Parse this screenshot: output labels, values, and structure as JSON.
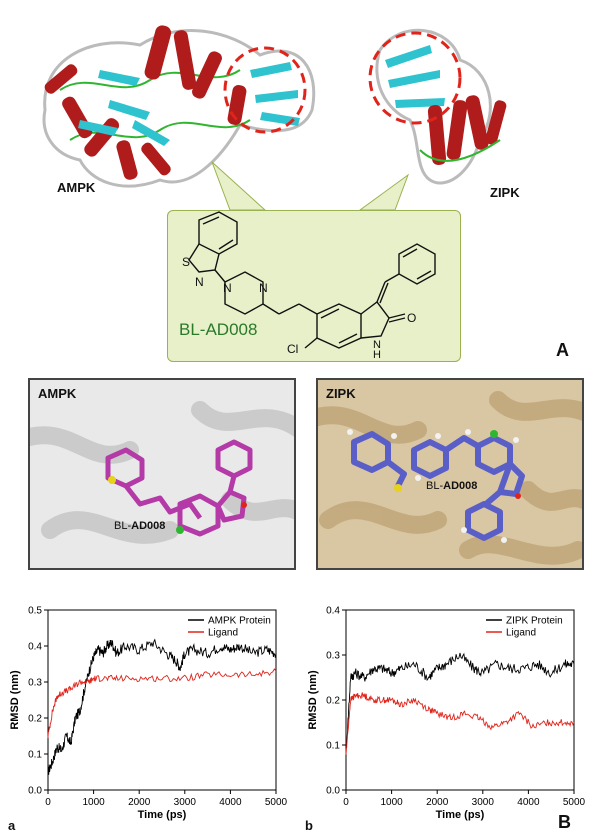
{
  "top": {
    "ampk_label": "AMPK",
    "zipk_label": "ZIPK",
    "panel_letter": "A",
    "molecule": {
      "name": "BL-AD008",
      "atoms": {
        "s": "S",
        "n1": "N",
        "n2": "N",
        "n3": "N",
        "cl": "Cl",
        "o": "O",
        "nh": "N",
        "h": "H"
      }
    }
  },
  "middle": {
    "ampk_box_title": "AMPK",
    "zipk_box_title": "ZIPK",
    "ampk_ligand_prefix": "BL-",
    "ampk_ligand_suffix": "AD008",
    "zipk_ligand_prefix": "BL-",
    "zipk_ligand_suffix": "AD008"
  },
  "bottom": {
    "panel_letter": "B",
    "sub_a": "a",
    "sub_b": "b"
  },
  "colors": {
    "helix": "#b01c1c",
    "sheet": "#2ec3cf",
    "coil": "#bbbbbb",
    "loop": "#2fb52f",
    "dash_circle": "#e0241b",
    "callout_bg": "#e7f0c9",
    "mol_name": "#2a7a2a",
    "ampk_ligand": "#b43aa8",
    "zipk_ligand": "#5a5fc8",
    "protein_series": "#000000",
    "ligand_series": "#e0241b"
  },
  "chart_data": [
    {
      "type": "line",
      "title": "",
      "xlabel": "Time (ps)",
      "ylabel": "RMSD (nm)",
      "xlim": [
        0,
        5000
      ],
      "ylim": [
        0,
        0.5
      ],
      "xticks": [
        0,
        1000,
        2000,
        3000,
        4000,
        5000
      ],
      "yticks": [
        0.0,
        0.1,
        0.2,
        0.3,
        0.4,
        0.5
      ],
      "ytick_labels": [
        "0.0",
        "0.1",
        "0.2",
        "0.3",
        "0.4",
        "0.5"
      ],
      "legend_position": "top-right",
      "series": [
        {
          "name": "AMPK Protein",
          "color": "#000000",
          "x": [
            0,
            100,
            200,
            300,
            400,
            500,
            600,
            700,
            800,
            900,
            1000,
            1100,
            1200,
            1300,
            1400,
            1500,
            1700,
            2000,
            2300,
            2600,
            2800,
            2900,
            3000,
            3200,
            3500,
            3800,
            4000,
            4200,
            4500,
            4800,
            5000
          ],
          "y": [
            0.05,
            0.08,
            0.12,
            0.11,
            0.15,
            0.13,
            0.2,
            0.22,
            0.28,
            0.33,
            0.37,
            0.39,
            0.38,
            0.4,
            0.41,
            0.38,
            0.4,
            0.39,
            0.41,
            0.38,
            0.36,
            0.34,
            0.38,
            0.39,
            0.38,
            0.4,
            0.39,
            0.4,
            0.38,
            0.39,
            0.38
          ]
        },
        {
          "name": "Ligand",
          "color": "#e0241b",
          "x": [
            0,
            100,
            200,
            300,
            500,
            700,
            900,
            1000,
            1200,
            1500,
            2000,
            2500,
            3000,
            3500,
            4000,
            4500,
            5000
          ],
          "y": [
            0.15,
            0.22,
            0.26,
            0.27,
            0.28,
            0.3,
            0.3,
            0.31,
            0.31,
            0.31,
            0.31,
            0.31,
            0.31,
            0.32,
            0.32,
            0.32,
            0.33
          ]
        }
      ]
    },
    {
      "type": "line",
      "title": "",
      "xlabel": "Time (ps)",
      "ylabel": "RMSD (nm)",
      "xlim": [
        0,
        5000
      ],
      "ylim": [
        0,
        0.4
      ],
      "xticks": [
        0,
        1000,
        2000,
        3000,
        4000,
        5000
      ],
      "yticks": [
        0.0,
        0.1,
        0.2,
        0.3,
        0.4
      ],
      "ytick_labels": [
        "0.0",
        "0.1",
        "0.2",
        "0.3",
        "0.4"
      ],
      "legend_position": "top-right",
      "series": [
        {
          "name": "ZIPK Protein",
          "color": "#000000",
          "x": [
            0,
            100,
            200,
            400,
            600,
            800,
            1000,
            1200,
            1500,
            1800,
            2000,
            2200,
            2500,
            2800,
            3000,
            3300,
            3600,
            3900,
            4200,
            4500,
            4800,
            5000
          ],
          "y": [
            0.08,
            0.25,
            0.26,
            0.25,
            0.27,
            0.27,
            0.26,
            0.27,
            0.28,
            0.25,
            0.27,
            0.28,
            0.3,
            0.27,
            0.26,
            0.28,
            0.27,
            0.27,
            0.28,
            0.26,
            0.28,
            0.28
          ]
        },
        {
          "name": "Ligand",
          "color": "#e0241b",
          "x": [
            0,
            100,
            200,
            400,
            600,
            800,
            1000,
            1200,
            1500,
            1800,
            2000,
            2300,
            2600,
            2900,
            3200,
            3500,
            3800,
            4100,
            4400,
            4700,
            5000
          ],
          "y": [
            0.08,
            0.2,
            0.21,
            0.21,
            0.2,
            0.2,
            0.2,
            0.19,
            0.2,
            0.18,
            0.17,
            0.16,
            0.17,
            0.16,
            0.14,
            0.15,
            0.17,
            0.14,
            0.15,
            0.15,
            0.15
          ]
        }
      ]
    }
  ]
}
